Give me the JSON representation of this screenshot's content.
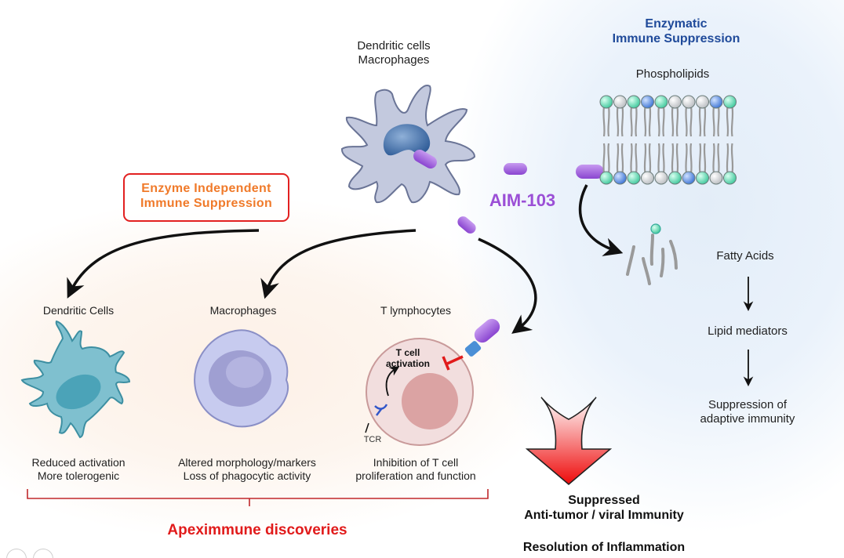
{
  "top_cell": {
    "label_line1": "Dendritic cells",
    "label_line2": "Macrophages"
  },
  "drug": {
    "name": "AIM-103",
    "color": "#9b4fd6"
  },
  "enzymatic": {
    "title_line1": "Enzymatic",
    "title_line2": "Immune Suppression",
    "title_color": "#1f4a9a",
    "membrane_label": "Phospholipids",
    "pathway": [
      "Fatty Acids",
      "Lipid mediators"
    ],
    "outcome_line1": "Suppression of",
    "outcome_line2": "adaptive immunity"
  },
  "enzyme_independent": {
    "title_line1": "Enzyme Independent",
    "title_line2": "Immune Suppression",
    "title_color": "#f07a2a",
    "border_color": "#e22020"
  },
  "targets": [
    {
      "name": "Dendritic Cells",
      "effect_line1": "Reduced activation",
      "effect_line2": "More tolerogenic"
    },
    {
      "name": "Macrophages",
      "effect_line1": "Altered morphology/markers",
      "effect_line2": "Loss of phagocytic activity"
    },
    {
      "name": "T lymphocytes",
      "effect_line1": "Inhibition of T cell",
      "effect_line2": "proliferation and function"
    }
  ],
  "t_cell_detail": {
    "activation_line1": "T cell",
    "activation_line2": "activation",
    "receptor": "TCR"
  },
  "bracket_label": "Apeximmune discoveries",
  "outcome": {
    "line1": "Suppressed",
    "line2": "Anti-tumor / viral Immunity",
    "line3": "Resolution of Inflammation"
  }
}
